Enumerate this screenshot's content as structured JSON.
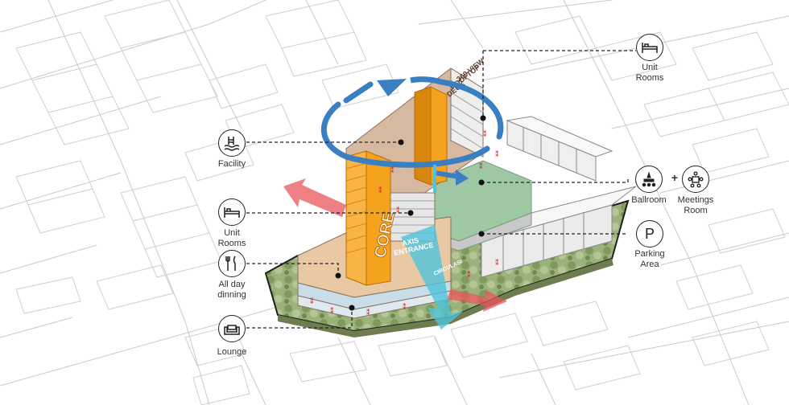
{
  "diagram": {
    "colors": {
      "tower": "#f5a21f",
      "tower_dark": "#d9860f",
      "podium": "#e8c9a4",
      "rooftop": "#d7b9a0",
      "ballroom": "#9ec7a4",
      "parking": "#e8e8e8",
      "green": "#8fa86a",
      "circulation_blue": "#3a7fc1",
      "entrance_cyan": "#4fc3d9",
      "view_red": "#e8545a"
    },
    "building_text": {
      "core": "CORE",
      "axis": "AXIS",
      "entrance": "ENTRANCE",
      "circulation": "CIRCULASI",
      "roof_line1": "360 VIEW",
      "roof_line2": "ROOFTOP",
      "roof_line3": "DECK"
    },
    "labels": {
      "facility": "Facility",
      "unit_rooms_left_1": "Unit",
      "unit_rooms_left_2": "Rooms",
      "all_day_1": "All day",
      "all_day_2": "dinning",
      "lounge": "Lounge",
      "unit_rooms_top_1": "Unit",
      "unit_rooms_top_2": "Rooms",
      "ballroom": "Ballroom",
      "meetings_1": "Meetings",
      "meetings_2": "Room",
      "parking_symbol": "P",
      "parking_1": "Parking",
      "parking_2": "Area",
      "plus": "+"
    },
    "icons": [
      "pool-icon",
      "bed-icon",
      "dining-icon",
      "sofa-icon",
      "bed-icon",
      "ballroom-icon",
      "meeting-icon",
      "parking-icon"
    ]
  }
}
